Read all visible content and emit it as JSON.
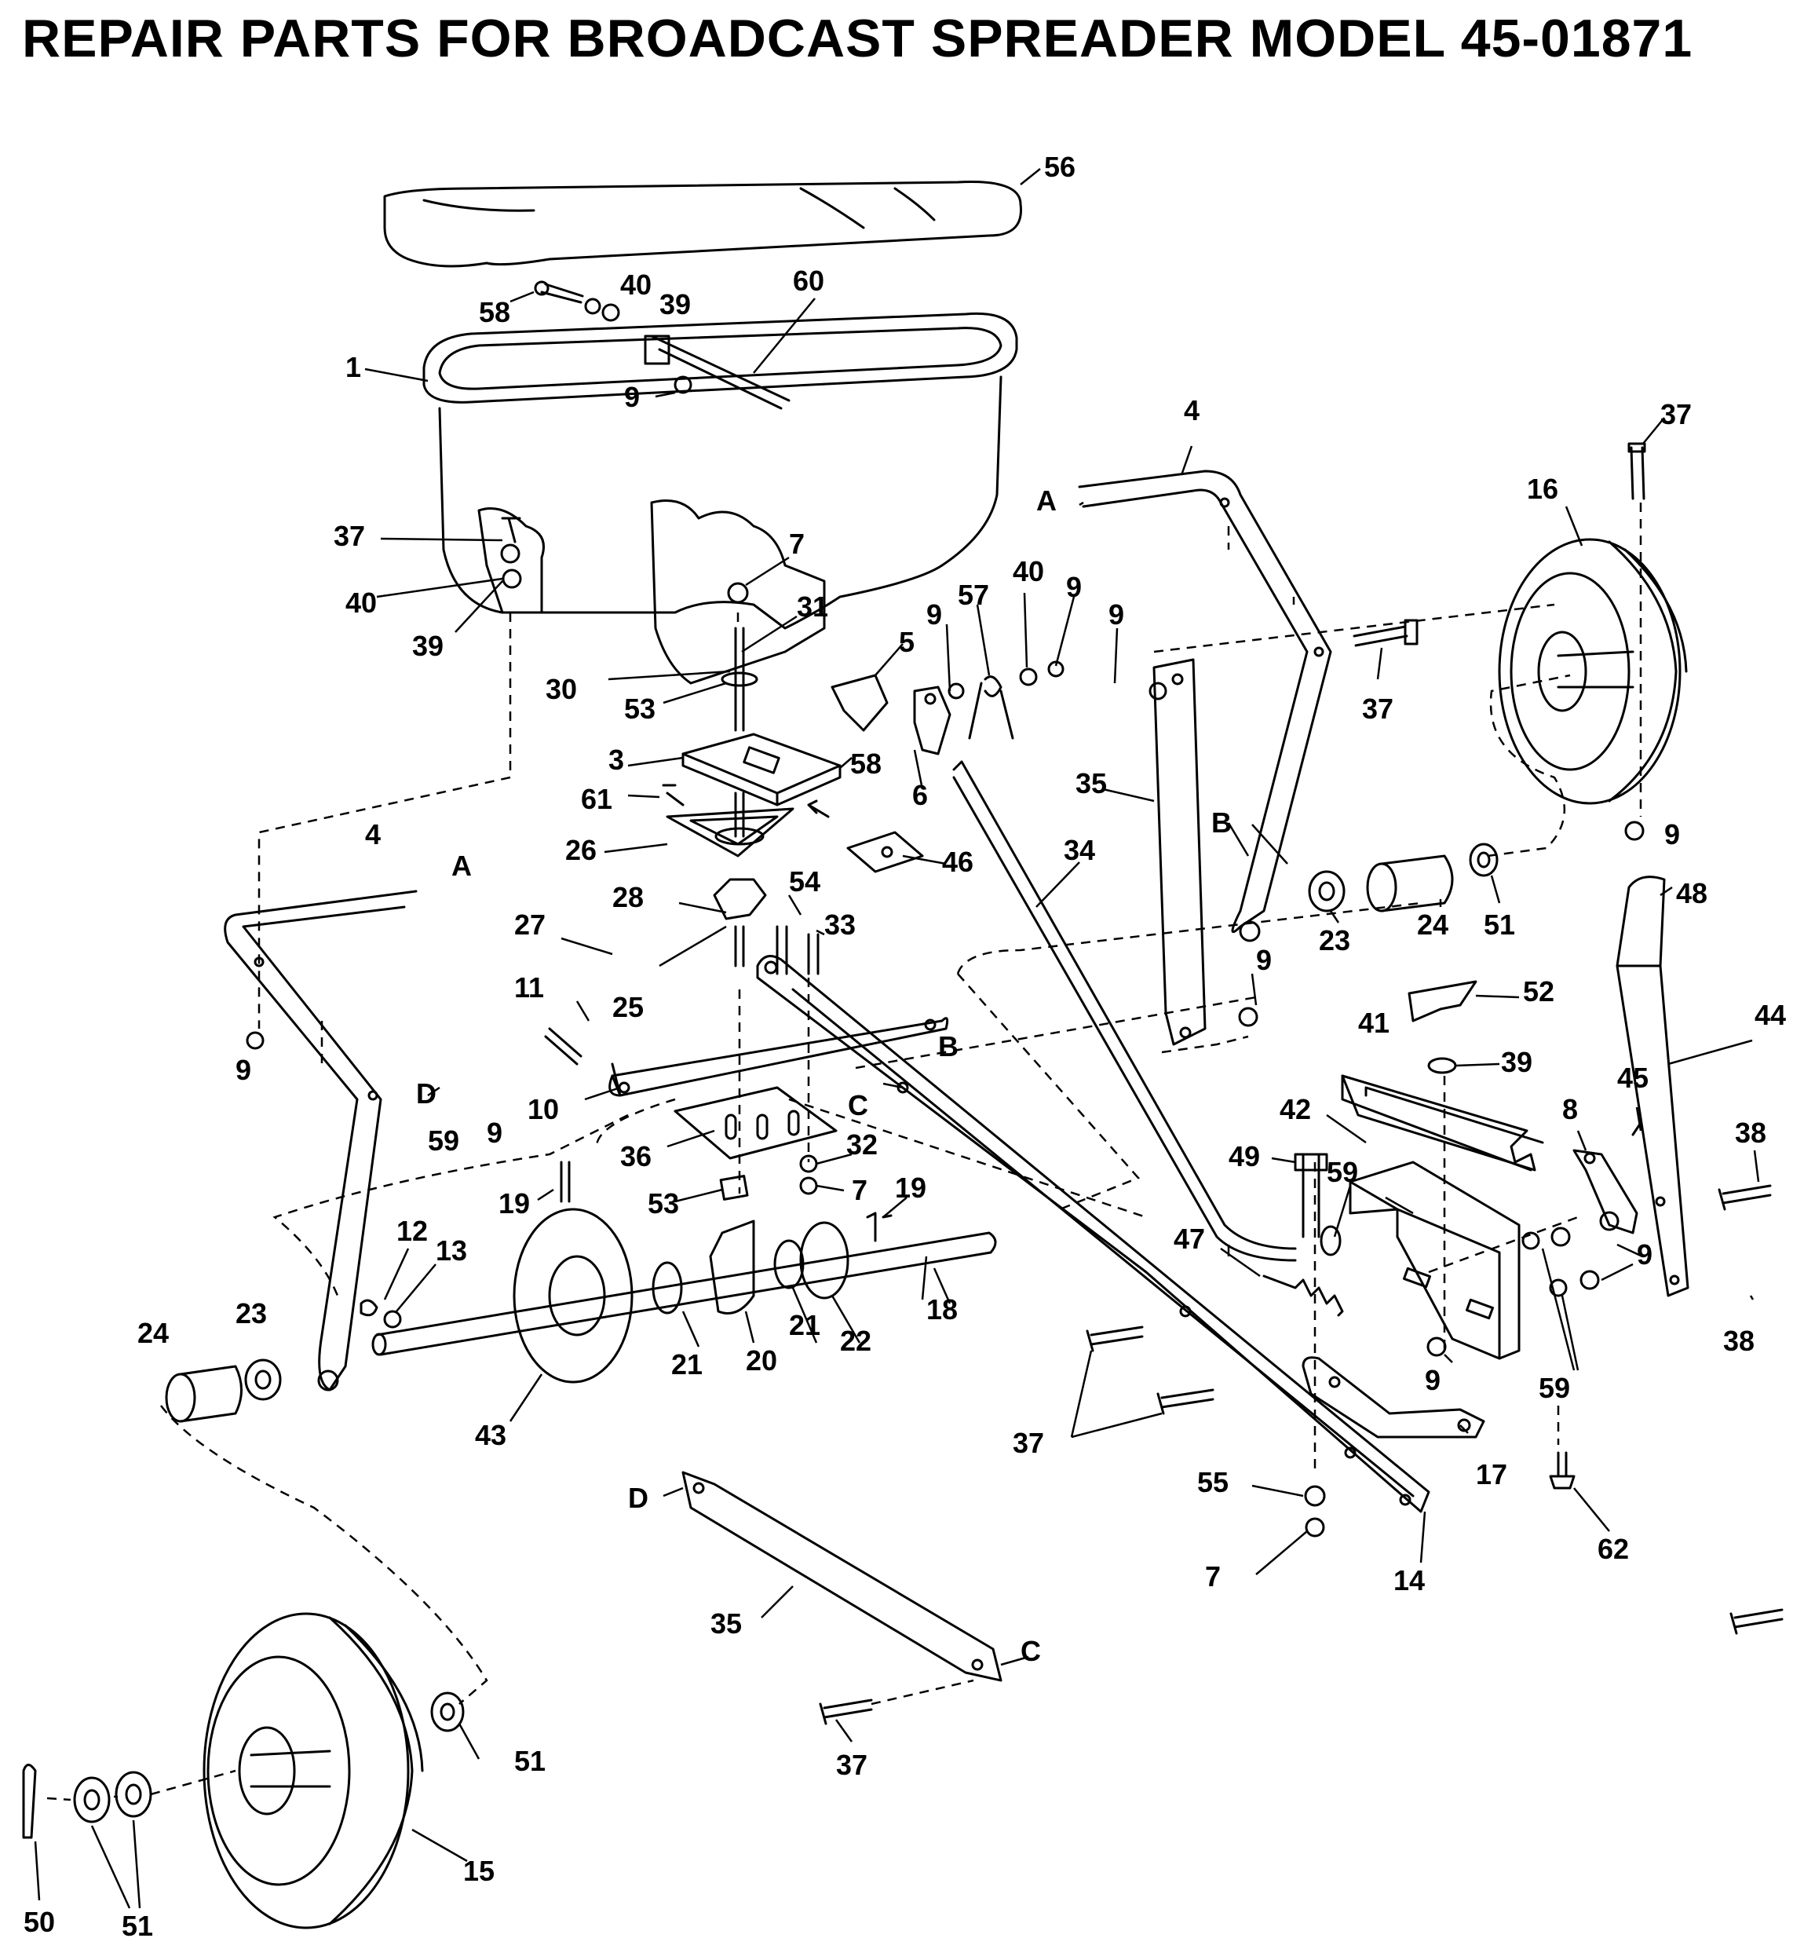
{
  "title": "REPAIR PARTS FOR BROADCAST SPREADER MODEL 45-01871",
  "labels": [
    {
      "id": "l56",
      "text": "56"
    },
    {
      "id": "l58a",
      "text": "58"
    },
    {
      "id": "l40a",
      "text": "40"
    },
    {
      "id": "l39a",
      "text": "39"
    },
    {
      "id": "l60",
      "text": "60"
    },
    {
      "id": "l1",
      "text": "1"
    },
    {
      "id": "l9a",
      "text": "9"
    },
    {
      "id": "l37a",
      "text": "37"
    },
    {
      "id": "l40b",
      "text": "40"
    },
    {
      "id": "l39b",
      "text": "39"
    },
    {
      "id": "l7a",
      "text": "7"
    },
    {
      "id": "l31",
      "text": "31"
    },
    {
      "id": "l30",
      "text": "30"
    },
    {
      "id": "l53a",
      "text": "53"
    },
    {
      "id": "l5",
      "text": "5"
    },
    {
      "id": "l9b",
      "text": "9"
    },
    {
      "id": "l57",
      "text": "57"
    },
    {
      "id": "l40c",
      "text": "40"
    },
    {
      "id": "l9c",
      "text": "9"
    },
    {
      "id": "l9d",
      "text": "9"
    },
    {
      "id": "l4a",
      "text": "4"
    },
    {
      "id": "lAa",
      "text": "A"
    },
    {
      "id": "l37b",
      "text": "37"
    },
    {
      "id": "l16",
      "text": "16"
    },
    {
      "id": "l37c",
      "text": "37"
    },
    {
      "id": "l3",
      "text": "3"
    },
    {
      "id": "l58b",
      "text": "58"
    },
    {
      "id": "l6",
      "text": "6"
    },
    {
      "id": "l61",
      "text": "61"
    },
    {
      "id": "l35a",
      "text": "35"
    },
    {
      "id": "l9e",
      "text": "9"
    },
    {
      "id": "l4b",
      "text": "4"
    },
    {
      "id": "lAb",
      "text": "A"
    },
    {
      "id": "l26",
      "text": "26"
    },
    {
      "id": "l46",
      "text": "46"
    },
    {
      "id": "l34",
      "text": "34"
    },
    {
      "id": "lBa",
      "text": "B"
    },
    {
      "id": "l28",
      "text": "28"
    },
    {
      "id": "l54",
      "text": "54"
    },
    {
      "id": "l27",
      "text": "27"
    },
    {
      "id": "l33",
      "text": "33"
    },
    {
      "id": "l23a",
      "text": "23"
    },
    {
      "id": "l24a",
      "text": "24"
    },
    {
      "id": "l51a",
      "text": "51"
    },
    {
      "id": "l48",
      "text": "48"
    },
    {
      "id": "l25",
      "text": "25"
    },
    {
      "id": "l9f",
      "text": "9"
    },
    {
      "id": "l52",
      "text": "52"
    },
    {
      "id": "l11",
      "text": "11"
    },
    {
      "id": "lBb",
      "text": "B"
    },
    {
      "id": "l9g",
      "text": "9"
    },
    {
      "id": "l41",
      "text": "41"
    },
    {
      "id": "l44",
      "text": "44"
    },
    {
      "id": "l39c",
      "text": "39"
    },
    {
      "id": "lD",
      "text": "D"
    },
    {
      "id": "l10",
      "text": "10"
    },
    {
      "id": "lCa",
      "text": "C"
    },
    {
      "id": "l45",
      "text": "45"
    },
    {
      "id": "l42",
      "text": "42"
    },
    {
      "id": "l8",
      "text": "8"
    },
    {
      "id": "l38a",
      "text": "38"
    },
    {
      "id": "l59a",
      "text": "59"
    },
    {
      "id": "l9h",
      "text": "9"
    },
    {
      "id": "l36",
      "text": "36"
    },
    {
      "id": "l32",
      "text": "32"
    },
    {
      "id": "l49",
      "text": "49"
    },
    {
      "id": "l59b",
      "text": "59"
    },
    {
      "id": "l19a",
      "text": "19"
    },
    {
      "id": "l53b",
      "text": "53"
    },
    {
      "id": "l7b",
      "text": "7"
    },
    {
      "id": "l19b",
      "text": "19"
    },
    {
      "id": "l12",
      "text": "12"
    },
    {
      "id": "l13",
      "text": "13"
    },
    {
      "id": "l9i",
      "text": "9"
    },
    {
      "id": "l47",
      "text": "47"
    },
    {
      "id": "l18",
      "text": "18"
    },
    {
      "id": "l23b",
      "text": "23"
    },
    {
      "id": "l24b",
      "text": "24"
    },
    {
      "id": "l21a",
      "text": "21"
    },
    {
      "id": "l22",
      "text": "22"
    },
    {
      "id": "l38b",
      "text": "38"
    },
    {
      "id": "l21b",
      "text": "21"
    },
    {
      "id": "l20",
      "text": "20"
    },
    {
      "id": "l9j",
      "text": "9"
    },
    {
      "id": "l59c",
      "text": "59"
    },
    {
      "id": "l43",
      "text": "43"
    },
    {
      "id": "l37d",
      "text": "37"
    },
    {
      "id": "l17",
      "text": "17"
    },
    {
      "id": "l55",
      "text": "55"
    },
    {
      "id": "l62",
      "text": "62"
    },
    {
      "id": "lDb",
      "text": "D"
    },
    {
      "id": "l7c",
      "text": "7"
    },
    {
      "id": "l14",
      "text": "14"
    },
    {
      "id": "l35b",
      "text": "35"
    },
    {
      "id": "lCb",
      "text": "C"
    },
    {
      "id": "l37e",
      "text": "37"
    },
    {
      "id": "l51b",
      "text": "51"
    },
    {
      "id": "l15",
      "text": "15"
    },
    {
      "id": "l50",
      "text": "50"
    },
    {
      "id": "l51c",
      "text": "51"
    }
  ]
}
